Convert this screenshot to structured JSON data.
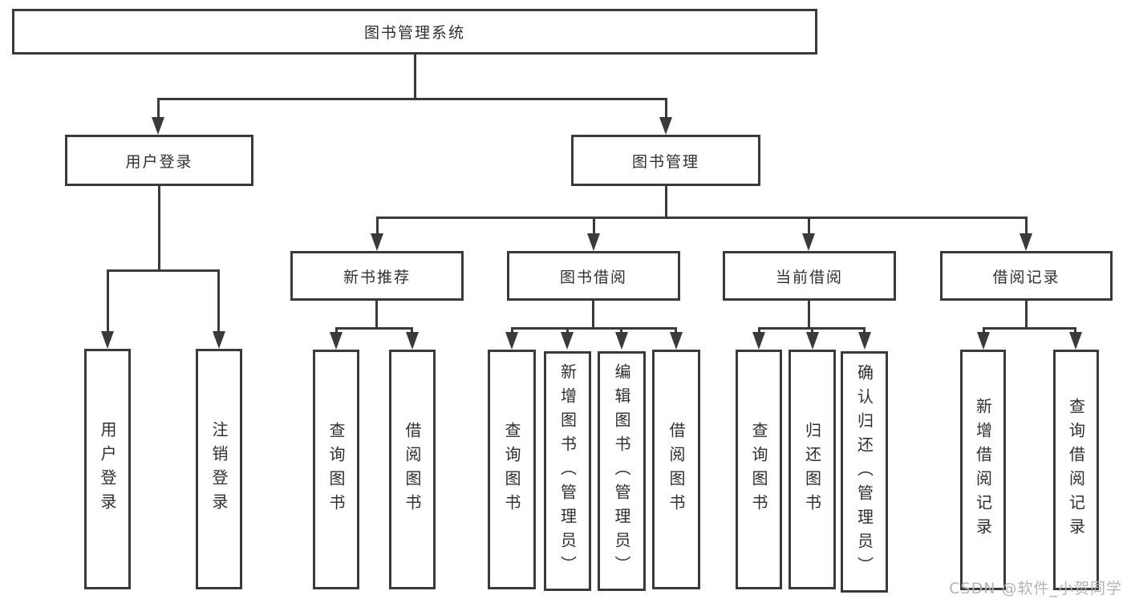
{
  "diagram_title": "图书管理系统",
  "watermark": "CSDN @软件_小贺同学",
  "colors": {
    "line": "#3a3a3a",
    "text": "#2f2f2f",
    "watermark": "#b3b3b3",
    "background": "#ffffff"
  },
  "tree": {
    "label": "图书管理系统",
    "children": [
      {
        "label": "用户登录",
        "children": [
          {
            "label": "用户登录"
          },
          {
            "label": "注销登录"
          }
        ]
      },
      {
        "label": "图书管理",
        "children": [
          {
            "label": "新书推荐",
            "children": [
              {
                "label": "查询图书"
              },
              {
                "label": "借阅图书"
              }
            ]
          },
          {
            "label": "图书借阅",
            "children": [
              {
                "label": "查询图书"
              },
              {
                "label": "新增图书（管理员）"
              },
              {
                "label": "编辑图书（管理员）"
              },
              {
                "label": "借阅图书"
              }
            ]
          },
          {
            "label": "当前借阅",
            "children": [
              {
                "label": "查询图书"
              },
              {
                "label": "归还图书"
              },
              {
                "label": "确认归还（管理员）"
              }
            ]
          },
          {
            "label": "借阅记录",
            "children": [
              {
                "label": "新增借阅记录"
              },
              {
                "label": "查询借阅记录"
              }
            ]
          }
        ]
      }
    ]
  }
}
